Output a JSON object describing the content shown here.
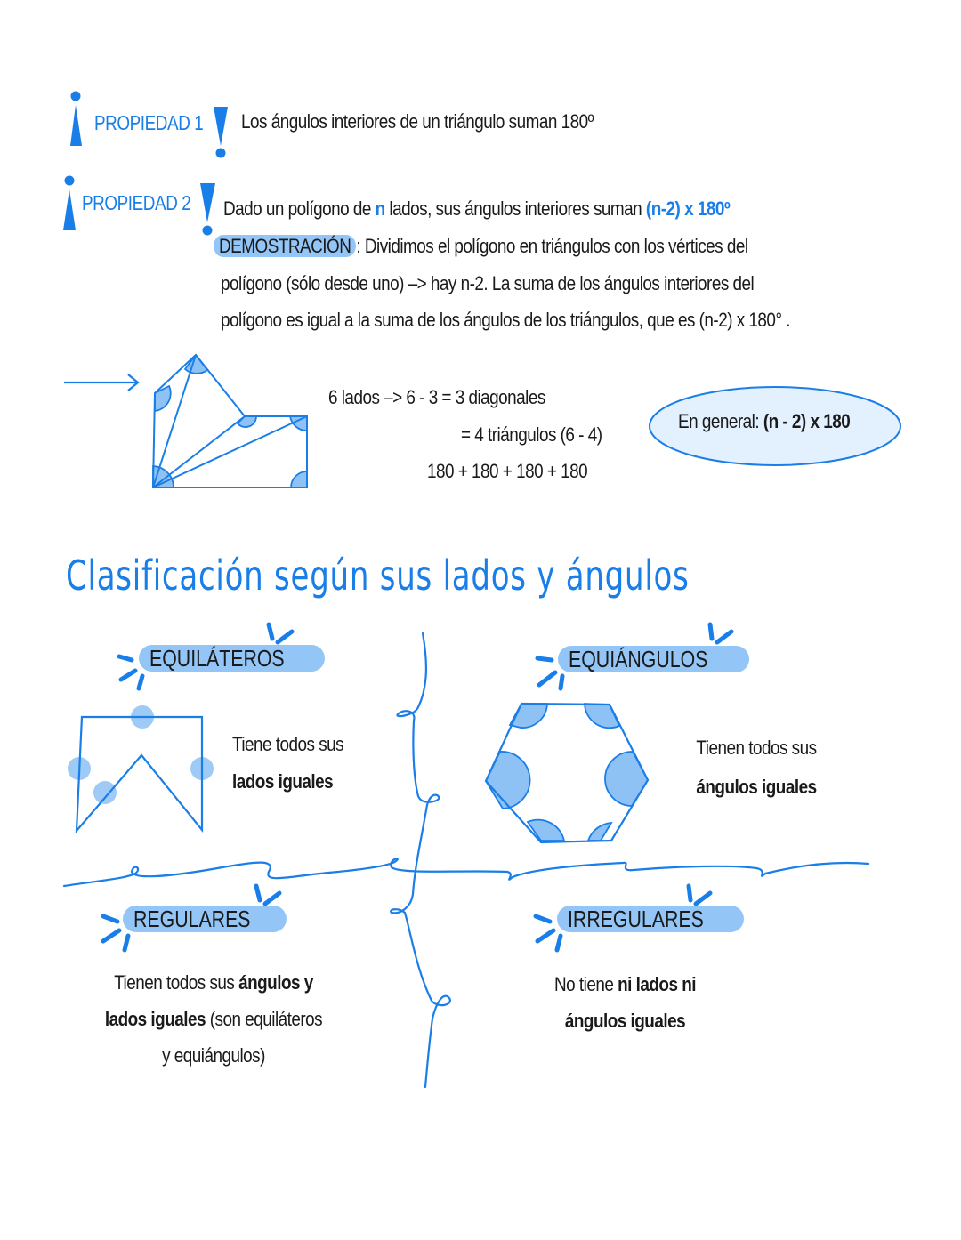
{
  "colors": {
    "accent": "#1a7ee8",
    "highlight": "#93c6f6",
    "ellipse_fill": "#e3f0fd",
    "text": "#1a1a1a"
  },
  "property1": {
    "label": "PROPIEDAD 1",
    "icon_open": "inverted-exclamation-icon",
    "icon_close": "exclamation-icon",
    "text": "Los ángulos interiores de un triángulo suman 180º"
  },
  "property2": {
    "label": "PROPIEDAD 2",
    "text_before_n": "Dado un polígono de ",
    "n": "n",
    "text_after_n": " lados, sus ángulos interiores suman ",
    "formula": "(n-2) x 180º",
    "demo_label": "DEMOSTRACIÓN",
    "demo_line1": ": Dividimos el polígono en triángulos con los vértices del",
    "demo_line2": "polígono (sólo desde uno) –> hay n-2. La suma de los ángulos interiores del",
    "demo_line3": "polígono es igual a la suma de los ángulos de los triángulos, que es (n-2) x 180° ."
  },
  "example": {
    "arrow_icon": "right-arrow-icon",
    "line1": "6 lados –> 6 - 3 = 3 diagonales",
    "line2": "= 4 triángulos (6 - 4)",
    "line3": "180 + 180 + 180 + 180",
    "general_label": "En general: ",
    "general_formula": "(n - 2) x 180"
  },
  "classification": {
    "title": "Clasificación según sus lados y ángulos",
    "quadrants": [
      {
        "tag": "EQUILÁTEROS",
        "desc_normal": "Tiene todos sus",
        "desc_bold": "lados iguales"
      },
      {
        "tag": "EQUIÁNGULOS",
        "desc_normal": "Tienen todos sus",
        "desc_bold": "ángulos iguales"
      },
      {
        "tag": "REGULARES",
        "line1_normal": "Tienen todos sus ",
        "line1_bold": "ángulos y",
        "line2_bold": "lados iguales",
        "line2_normal": " (son equiláteros",
        "line3_normal": "y equiángulos)"
      },
      {
        "tag": "IRREGULARES",
        "line1_normal": "No tiene ",
        "line1_bold": "ni lados ni",
        "line2_bold": "ángulos iguales"
      }
    ]
  }
}
